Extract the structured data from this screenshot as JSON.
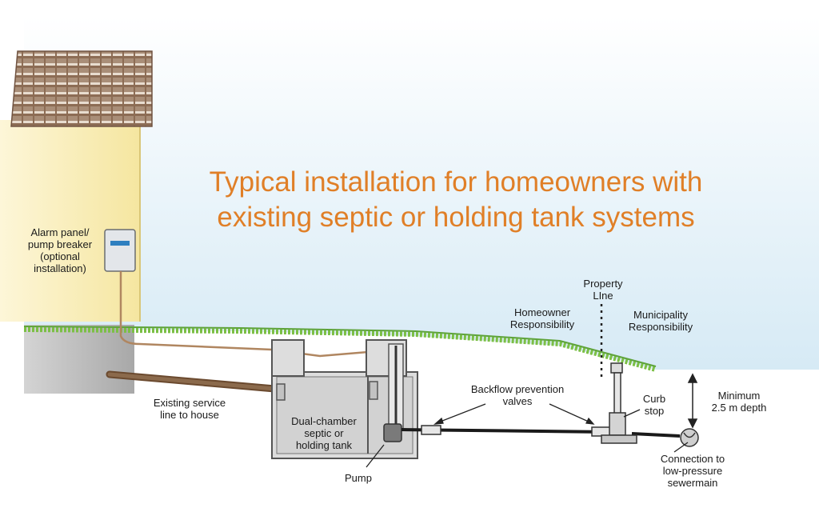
{
  "title": {
    "line1": "Typical installation for homeowners with",
    "line2": "existing septic or holding tank systems"
  },
  "labels": {
    "alarm_panel": [
      "Alarm panel/",
      "pump breaker",
      "(optional",
      "installation)"
    ],
    "service_line": [
      "Existing service",
      "line to house"
    ],
    "tank": [
      "Dual-chamber",
      "septic or",
      "holding tank"
    ],
    "pump": [
      "Pump"
    ],
    "backflow": [
      "Backflow prevention",
      "valves"
    ],
    "property_line": [
      "Property",
      "LIne"
    ],
    "homeowner": [
      "Homeowner",
      "Responsibility"
    ],
    "municipality": [
      "Municipality",
      "Responsibility"
    ],
    "curb_stop": [
      "Curb",
      "stop"
    ],
    "depth": [
      "Minimum",
      "2.5 m depth"
    ],
    "connection": [
      "Connection to",
      "low-pressure",
      "sewermain"
    ]
  },
  "colors": {
    "title": "#e07f27",
    "sky": "#dcedf6",
    "wall": "#f7eaa6",
    "roof": "#8a6a52",
    "grass": "#7bbf45",
    "foundation": "#b7b7b7",
    "tank": "#dcdcdc",
    "wire": "#b08660"
  }
}
